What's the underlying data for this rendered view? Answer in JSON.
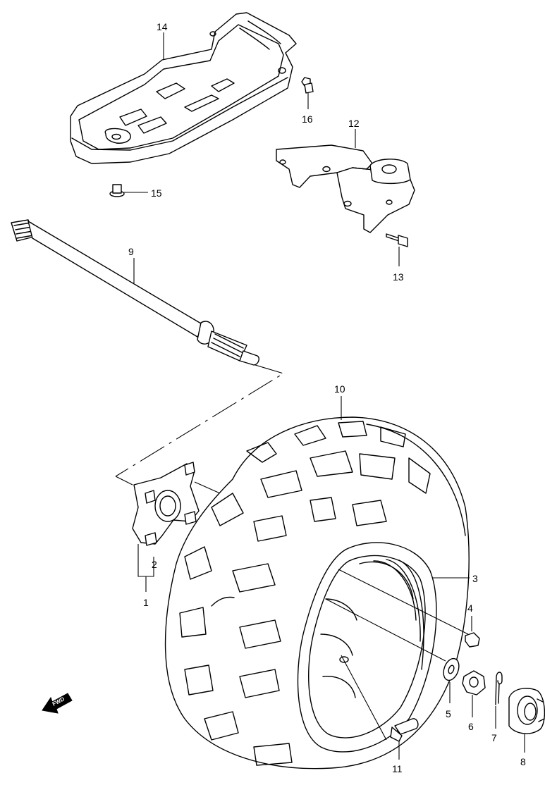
{
  "diagram": {
    "callouts": {
      "c1": "1",
      "c2": "2",
      "c3": "3",
      "c4": "4",
      "c5": "5",
      "c6": "6",
      "c7": "7",
      "c8": "8",
      "c9": "9",
      "c10": "10",
      "c11": "11",
      "c12": "12",
      "c13": "13",
      "c14": "14",
      "c15": "15",
      "c16": "16"
    },
    "fwd_label": "FWD"
  }
}
